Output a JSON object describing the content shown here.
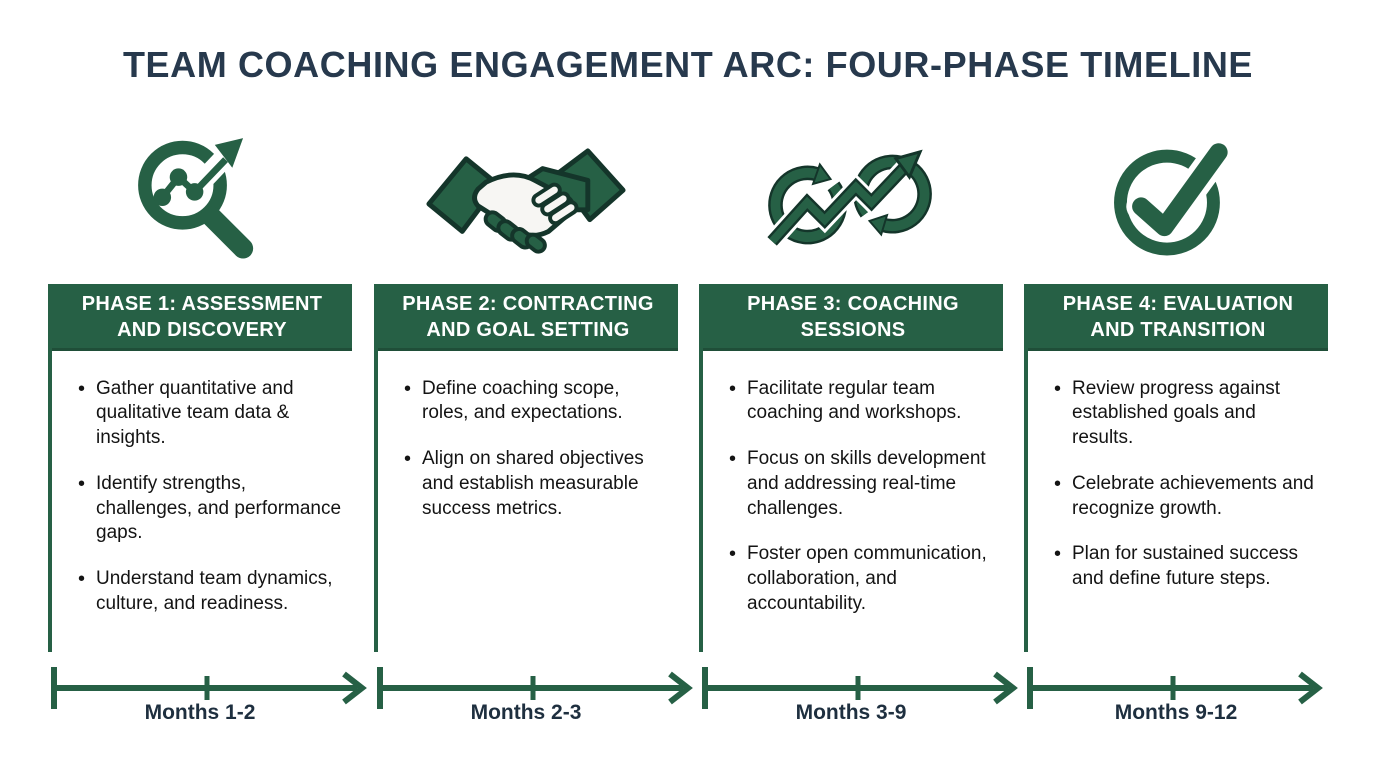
{
  "title": "TEAM COACHING ENGAGEMENT ARC: FOUR-PHASE TIMELINE",
  "colors": {
    "green": "#266045",
    "navy": "#27394d",
    "header_text": "#ffffff",
    "body_text": "#141414"
  },
  "phases": [
    {
      "icon": "magnifier-trend-icon",
      "header": "PHASE 1: ASSESSMENT AND DISCOVERY",
      "bullets": [
        "Gather quantitative and qualitative team data & insights.",
        "Identify strengths, challenges, and performance gaps.",
        "Understand team dynamics, culture, and readiness."
      ],
      "months": "Months 1-2"
    },
    {
      "icon": "handshake-icon",
      "header": "PHASE 2: CONTRACTING AND GOAL SETTING",
      "bullets": [
        "Define coaching scope, roles, and expectations.",
        "Align on shared objectives and establish measurable success metrics."
      ],
      "months": "Months 2-3"
    },
    {
      "icon": "cycle-growth-icon",
      "header": "PHASE 3: COACHING SESSIONS",
      "bullets": [
        "Facilitate regular team coaching and workshops.",
        "Focus on skills development and addressing real-time challenges.",
        "Foster open communication, collaboration, and accountability."
      ],
      "months": "Months 3-9"
    },
    {
      "icon": "check-circle-icon",
      "header": "PHASE 4: EVALUATION AND TRANSITION",
      "bullets": [
        "Review progress against established goals and results.",
        "Celebrate achievements and recognize growth.",
        "Plan for sustained success and define future steps."
      ],
      "months": "Months 9-12"
    }
  ]
}
